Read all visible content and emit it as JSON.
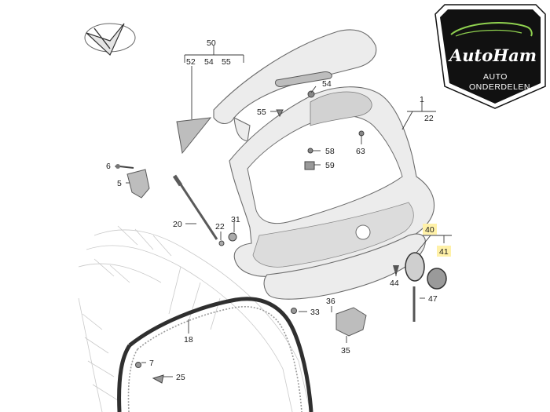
{
  "logo": {
    "brand": "AutoHam",
    "line1": "AUTO",
    "line2": "ONDERDELEN",
    "colors": {
      "badge": "#111111",
      "border": "#ffffff",
      "accent": "#8fd14f"
    }
  },
  "callouts": {
    "c50": "50",
    "c54a": "54",
    "c55a": "55",
    "c52": "52",
    "c54": "54",
    "c55": "55",
    "c1": "1",
    "c22": "22",
    "c58": "58",
    "c59": "59",
    "c63": "63",
    "c6": "6",
    "c5": "5",
    "c20": "20",
    "c31": "31",
    "c22b": "22",
    "c40": "40",
    "c41": "41",
    "c44": "44",
    "c47": "47",
    "c36": "36",
    "c33": "33",
    "c18": "18",
    "c7": "7",
    "c25": "25",
    "c35": "35"
  },
  "highlight_color": "#fff1a8"
}
